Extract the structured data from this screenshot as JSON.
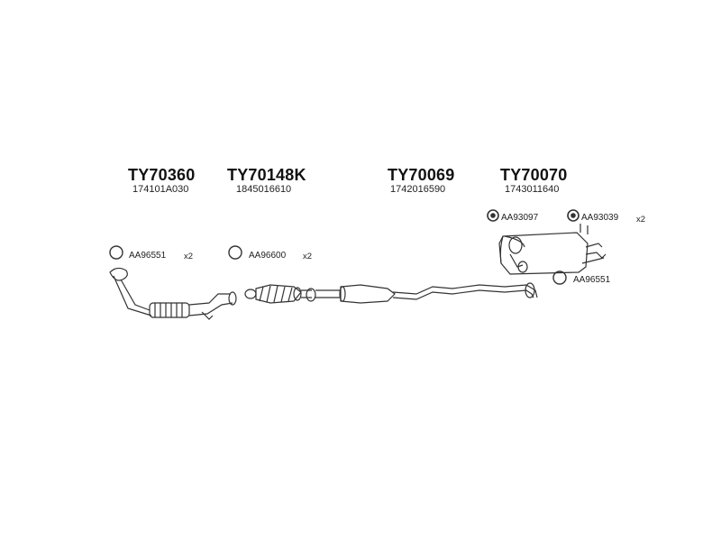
{
  "main_parts": [
    {
      "code": "TY70360",
      "oem": "174101A030"
    },
    {
      "code": "TY70148K",
      "oem": "1845016610"
    },
    {
      "code": "TY70069",
      "oem": "1742016590"
    },
    {
      "code": "TY70070",
      "oem": "1743011640"
    }
  ],
  "accessories": [
    {
      "code": "AA96551",
      "qty": "x2",
      "icon": "ring-gasket-icon"
    },
    {
      "code": "AA96600",
      "qty": "x2",
      "icon": "ring-gasket-icon"
    },
    {
      "code": "AA93097",
      "qty": "",
      "icon": "rubber-hanger-icon"
    },
    {
      "code": "AA93039",
      "qty": "x2",
      "icon": "rubber-hanger-icon"
    },
    {
      "code": "AA96551",
      "qty": "",
      "icon": "ring-gasket-icon"
    }
  ]
}
